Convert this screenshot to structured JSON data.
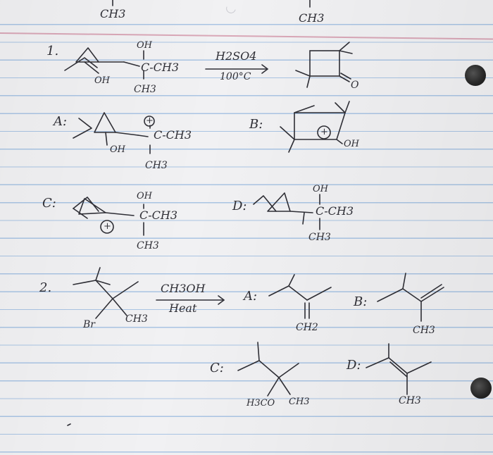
{
  "top_fragment": {
    "left_label": "CH3",
    "right_label": "CH3"
  },
  "problem1": {
    "number": "1.",
    "reactant_oh": "OH",
    "reactant_ring_oh": "OH",
    "reactant_ch3_right": "C-CH3",
    "reactant_ch3_bottom": "CH3",
    "reagent": "H2SO4",
    "condition": "100°C",
    "product_o": "O",
    "options": [
      {
        "letter": "A:",
        "plus": "+",
        "right": "C-CH3",
        "ring_oh": "OH",
        "bottom": "CH3"
      },
      {
        "letter": "B:",
        "plus": "+",
        "oh": "OH"
      },
      {
        "letter": "C:",
        "plus": "+",
        "top_oh": "OH",
        "right": "C-CH3",
        "bottom": "CH3"
      },
      {
        "letter": "D:",
        "top_oh": "OH",
        "right": "C-CH3",
        "bottom": "CH3"
      }
    ]
  },
  "problem2": {
    "number": "2.",
    "reactant_br": "Br",
    "reactant_ch3": "CH3",
    "reagent": "CH3OH",
    "condition": "Heat",
    "options": [
      {
        "letter": "A:",
        "sub": "CH2"
      },
      {
        "letter": "B:",
        "sub": "CH3"
      },
      {
        "letter": "C:",
        "left": "H3CO",
        "right": "CH3"
      },
      {
        "letter": "D:",
        "sub": "CH3"
      }
    ]
  }
}
